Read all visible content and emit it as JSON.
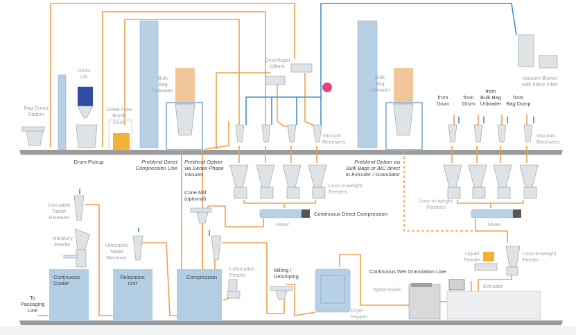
{
  "colors": {
    "flow_line": "#f0a04b",
    "vacuum_line": "#3b8fd4",
    "equipment_blue": "#b3cde3",
    "marker": "#e0457b",
    "floor": "#9b9b9b"
  },
  "labels": {
    "bag_dump_station": [
      "Bag Dump",
      "Station"
    ],
    "drum_lift": [
      "Drum",
      "Lift"
    ],
    "down_flow_booth": [
      "Down Flow",
      "Booth"
    ],
    "drum": "Drum",
    "bulk_bag_unloader_left": [
      "Bulk",
      "Bag",
      "Unloader"
    ],
    "centrifugal_sifters": [
      "Centrifugal",
      "Sifters"
    ],
    "vacuum_receivers_left": [
      "Vacuum",
      "Receivers"
    ],
    "drum_pickup": "Drum Pickup",
    "preblend_direct": [
      "Preblend Direct",
      "Compression Line"
    ],
    "preblend_dense": [
      "Preblend Option",
      "via Dense Phase",
      "Vacuum"
    ],
    "bulk_bag_unloader_right": [
      "Bulk",
      "Bag",
      "Unloader"
    ],
    "vacuum_blower": [
      "Vacuum Blower",
      "with Inline Filter"
    ],
    "from_sources": [
      [
        "from",
        "Drum"
      ],
      [
        "from",
        "Drum"
      ],
      [
        "from",
        "Bulk Bag",
        "Unloader"
      ],
      [
        "from",
        "Bag Dump"
      ]
    ],
    "vacuum_receivers_right": [
      "Vacuum",
      "Receivers"
    ],
    "preblend_bulk": [
      "Preblend Option via",
      "Bulk Bags or IBC direct",
      "to Extruder / Granulator"
    ],
    "liw_feeders_left": [
      "Loss-in-weight",
      "Feeders"
    ],
    "continuous_direct_compression": "Continuous Direct Compression",
    "mixer_left": "Mixer",
    "liw_feeders_right": [
      "Loss-in-weight",
      "Feeders"
    ],
    "mixer_right": "Mixer",
    "cone_mill": [
      "Cone Mill",
      "(optional)"
    ],
    "uncoated_tablet_receiver_left": [
      "Uncoated",
      "Tablet",
      "Receiver"
    ],
    "vibratory_feeder": [
      "Vibratory",
      "Feeder"
    ],
    "uncoated_tablet_receiver_mid": [
      "Uncoated",
      "Tablet",
      "Receiver"
    ],
    "continuous_coater": [
      "Continuous",
      "Coater"
    ],
    "relaxation_unit": [
      "Relaxation",
      "Unit"
    ],
    "compression": "Compression",
    "lubrication_feeder": [
      "Lubrication",
      "Feeder"
    ],
    "milling_delumping": [
      "Milling /",
      "Delumping"
    ],
    "dryer_hopper": [
      "Dryer",
      "Hopper"
    ],
    "spheronizer": "Spheronizer",
    "continuous_wet_granulation": "Continuous Wet Granulation Line",
    "liquid_feeder": [
      "Liquid",
      "Feeder"
    ],
    "liw_feeder_single": [
      "Loss-in-weight",
      "Feeder"
    ],
    "extruder": "Extruder",
    "to_packaging": [
      "To",
      "Packaging",
      "Line"
    ]
  }
}
